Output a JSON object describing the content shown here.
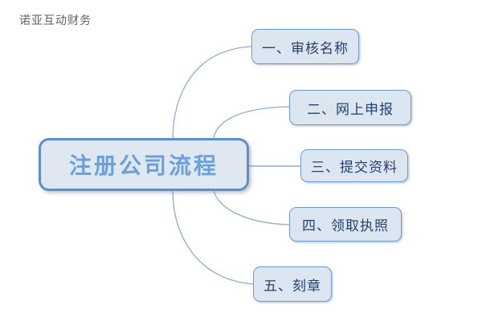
{
  "diagram": {
    "type": "mind-map",
    "watermark": "诺亚互动财务",
    "background_color": "#ffffff",
    "accent_color": "#6d9bd4",
    "center_border_color": "#5b8fd0",
    "center_text_color": "#6ca0dc",
    "node_fill_color": "#dce6f1",
    "node_text_color": "#26406e",
    "link_color": "#8aaed6",
    "center": {
      "label": "注册公司流程"
    },
    "branches": [
      {
        "index": "1",
        "label": "一、审核名称"
      },
      {
        "index": "2",
        "label": "二、网上申报"
      },
      {
        "index": "3",
        "label": "三、提交资料"
      },
      {
        "index": "4",
        "label": "四、领取执照"
      },
      {
        "index": "5",
        "label": "五、刻章"
      }
    ]
  }
}
